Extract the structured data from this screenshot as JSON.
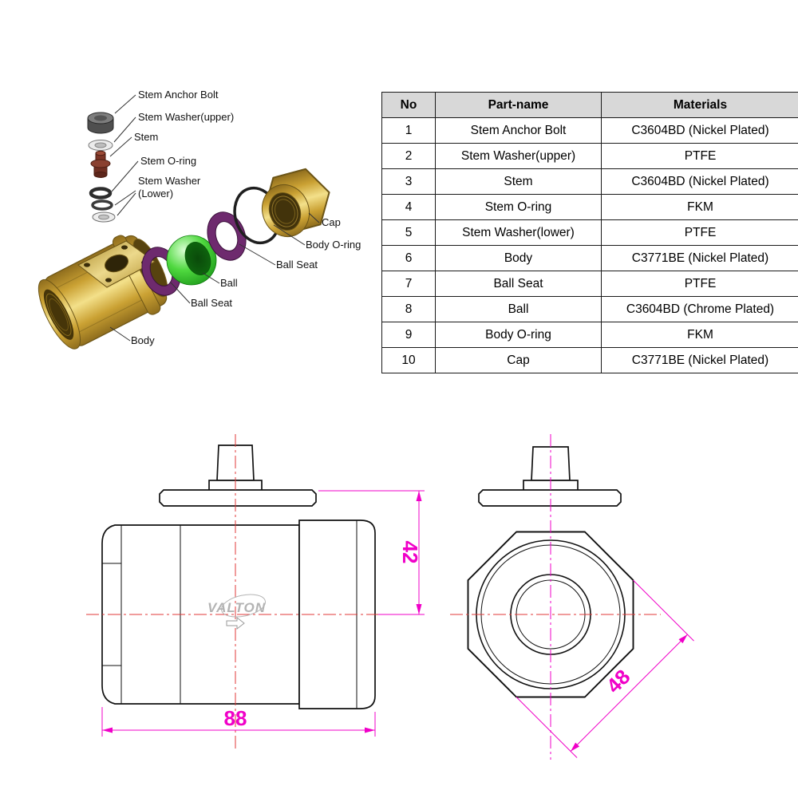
{
  "colors": {
    "brass": "#d2a73e",
    "ball_green": "#3ecb35",
    "seat_purple": "#6e2a6e",
    "dimension_magenta": "#f000c8",
    "centerline_red": "#e03838",
    "table_header_bg": "#d8d8d8"
  },
  "exploded_view": {
    "labels": [
      "Stem Anchor Bolt",
      "Stem Washer(upper)",
      "Stem",
      "Stem O-ring",
      "Stem Washer",
      "(Lower)",
      "Cap",
      "Body O-ring",
      "Ball Seat",
      "Ball",
      "Ball Seat",
      "Body"
    ]
  },
  "parts_table": {
    "headers": [
      "No",
      "Part-name",
      "Materials"
    ],
    "rows": [
      [
        "1",
        "Stem Anchor Bolt",
        "C3604BD (Nickel Plated)"
      ],
      [
        "2",
        "Stem Washer(upper)",
        "PTFE"
      ],
      [
        "3",
        "Stem",
        "C3604BD (Nickel Plated)"
      ],
      [
        "4",
        "Stem O-ring",
        "FKM"
      ],
      [
        "5",
        "Stem Washer(lower)",
        "PTFE"
      ],
      [
        "6",
        "Body",
        "C3771BE (Nickel Plated)"
      ],
      [
        "7",
        "Ball Seat",
        "PTFE"
      ],
      [
        "8",
        "Ball",
        "C3604BD (Chrome Plated)"
      ],
      [
        "9",
        "Body O-ring",
        "FKM"
      ],
      [
        "10",
        "Cap",
        "C3771BE (Nickel Plated)"
      ]
    ]
  },
  "drawings": {
    "side_view": {
      "logo": "VALTON",
      "height_dim": "42",
      "length_dim": "88"
    },
    "end_view": {
      "across_flats_dim": "48"
    }
  }
}
